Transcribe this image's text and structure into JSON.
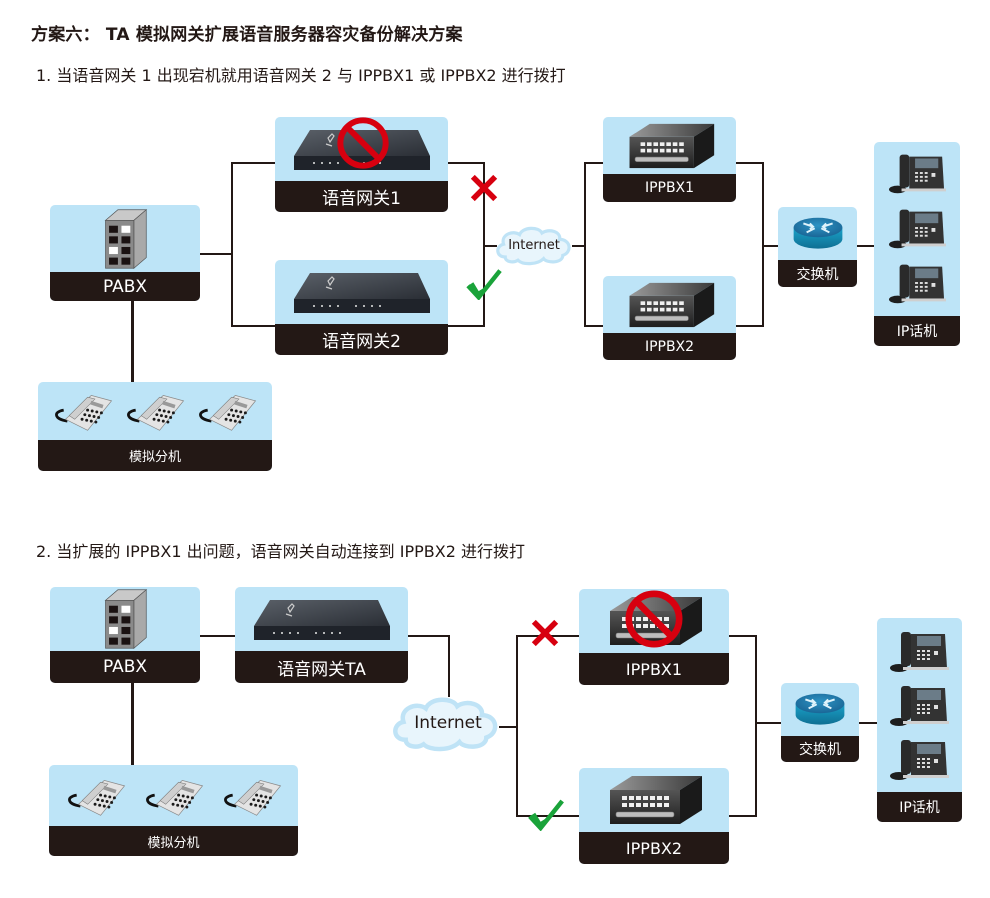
{
  "title": "方案六： TA 模拟网关扩展语音服务器容灾备份解决方案",
  "colors": {
    "node_bg": "#bde4f7",
    "label_bg": "#231815",
    "line": "#231815",
    "fail": "#d7000f",
    "ok": "#1aa33a",
    "cloud": "#bfe3f6"
  },
  "diagram1": {
    "caption": "1. 当语音网关 1 出现宕机就用语音网关 2 与 IPPBX1 或 IPPBX2 进行拨打",
    "pabx": {
      "label": "PABX"
    },
    "extensions": {
      "label": "模拟分机"
    },
    "gateway1": {
      "label": "语音网关1",
      "status": "down"
    },
    "gateway2": {
      "label": "语音网关2",
      "status": "ok"
    },
    "internet": {
      "label": "Internet"
    },
    "ippbx1": {
      "label": "IPPBX1"
    },
    "ippbx2": {
      "label": "IPPBX2"
    },
    "switch": {
      "label": "交换机"
    },
    "ip_phones": {
      "label": "IP话机"
    }
  },
  "diagram2": {
    "caption": "2. 当扩展的 IPPBX1 出问题，语音网关自动连接到 IPPBX2 进行拨打",
    "pabx": {
      "label": "PABX"
    },
    "extensions": {
      "label": "模拟分机"
    },
    "gateway_ta": {
      "label": "语音网关TA"
    },
    "internet": {
      "label": "Internet"
    },
    "ippbx1": {
      "label": "IPPBX1",
      "status": "down"
    },
    "ippbx2": {
      "label": "IPPBX2",
      "status": "ok"
    },
    "switch": {
      "label": "交换机"
    },
    "ip_phones": {
      "label": "IP话机"
    }
  }
}
